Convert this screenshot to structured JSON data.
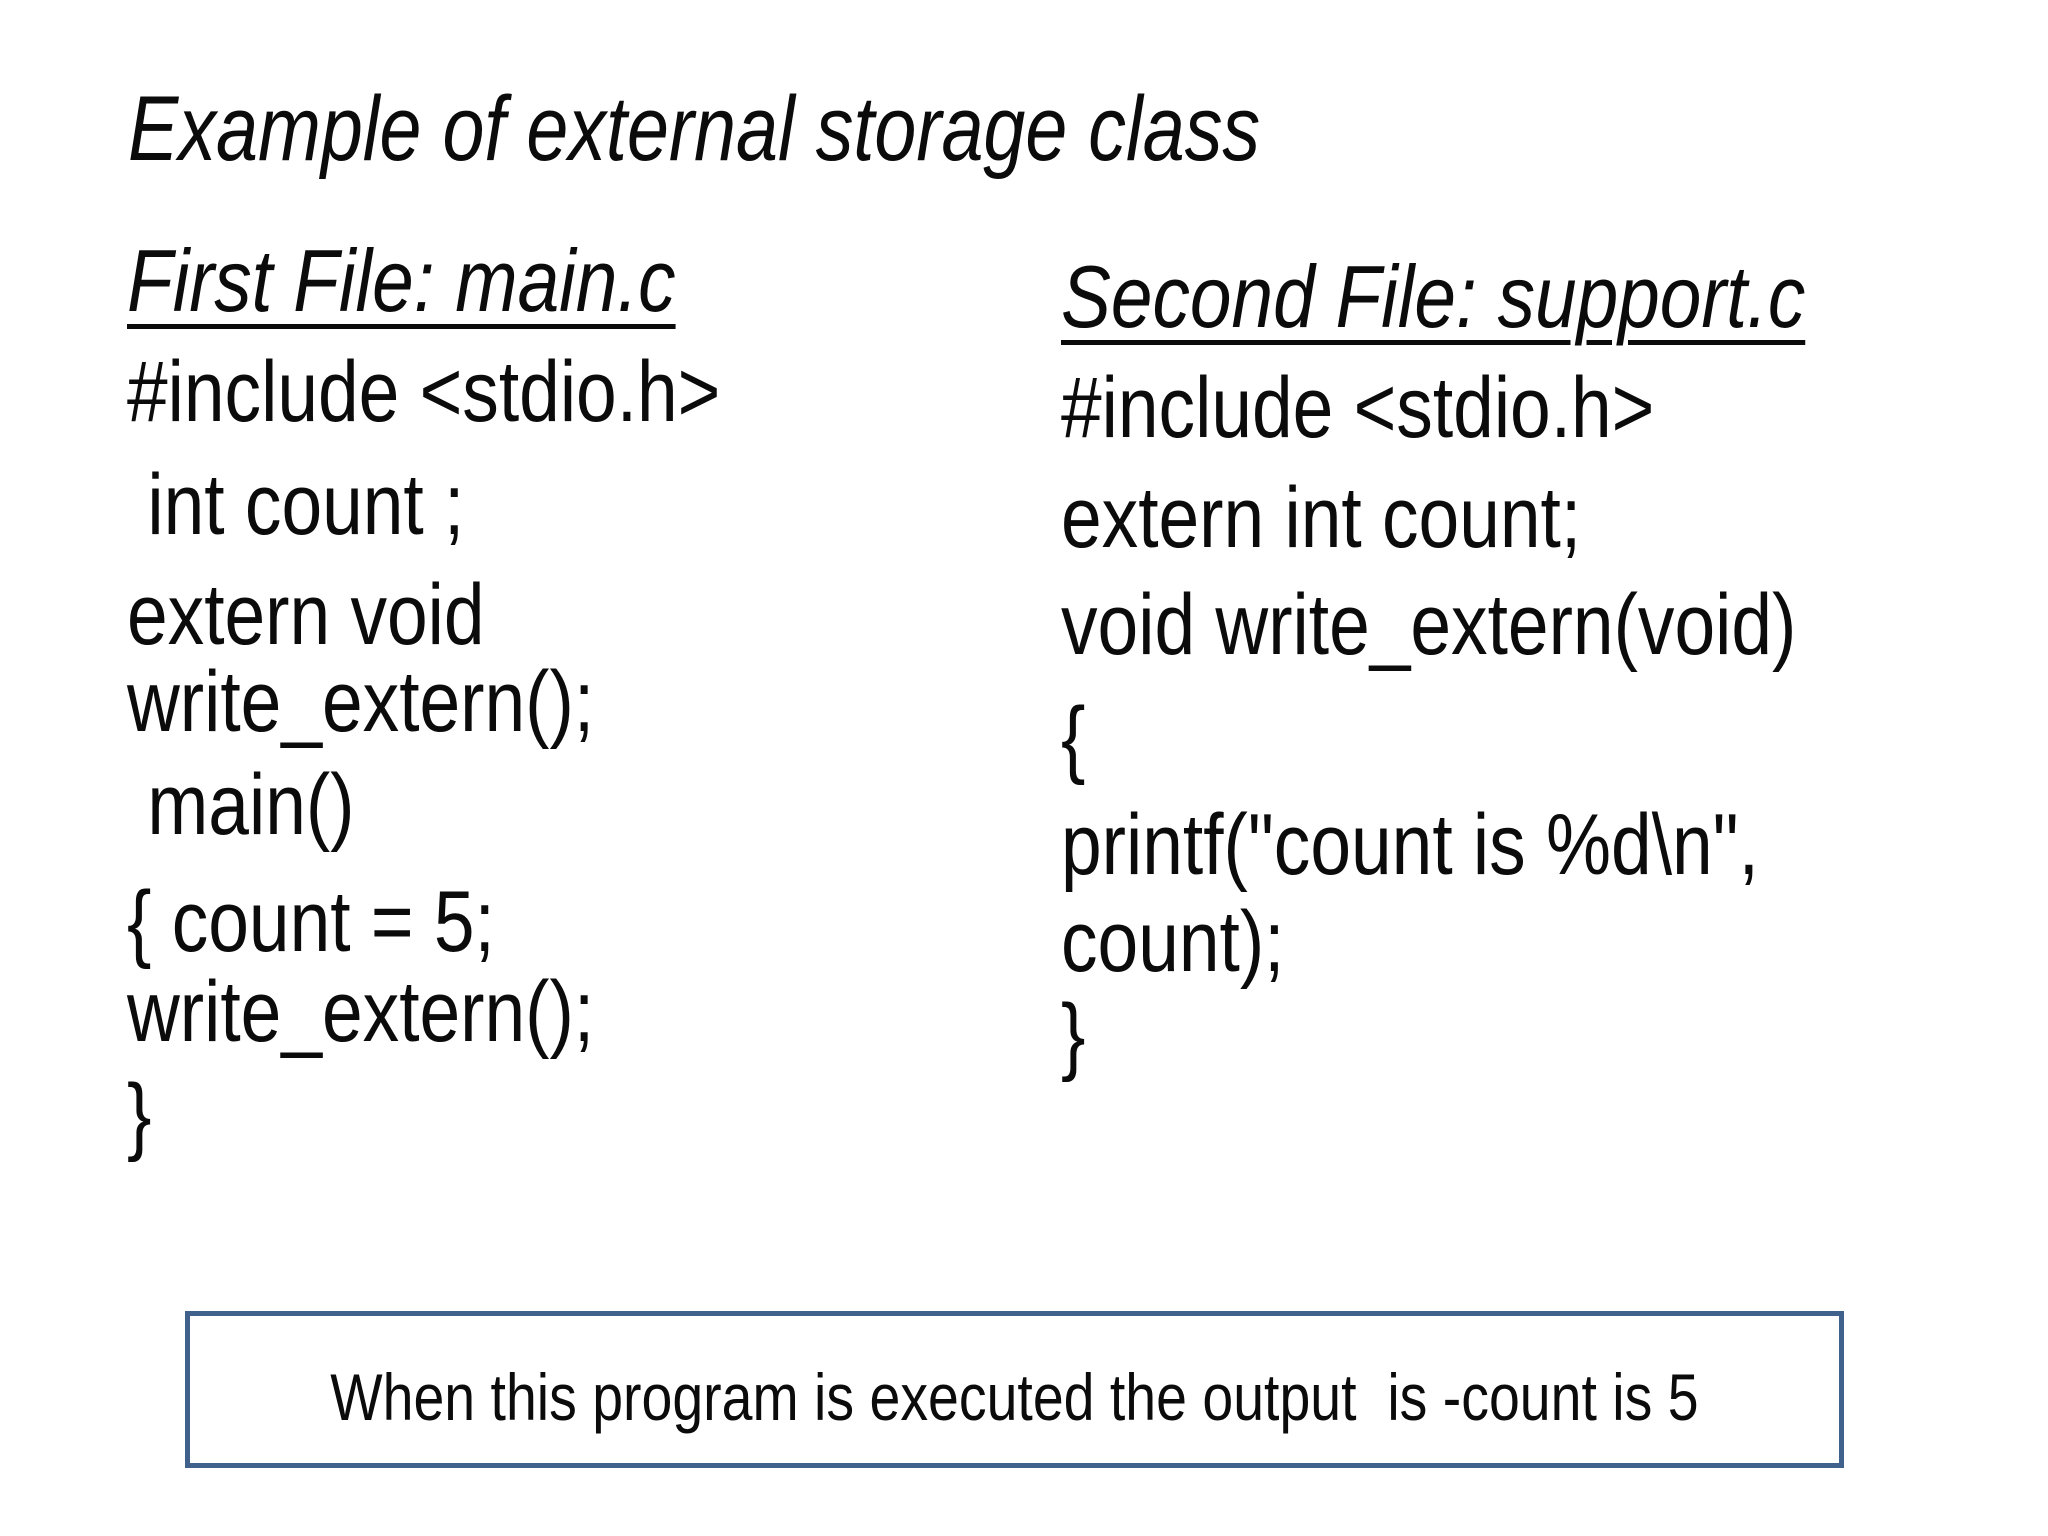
{
  "slide": {
    "title": "Example of external storage class",
    "left_file": {
      "header": "First File: main.c",
      "lines": [
        "#include <stdio.h>",
        "int count ;",
        "extern void",
        "write_extern();",
        "main()",
        "{ count = 5;",
        "write_extern();",
        "}"
      ]
    },
    "right_file": {
      "header": "Second File: support.c",
      "lines": [
        "#include <stdio.h>",
        "extern int count;",
        "void write_extern(void)",
        "{",
        "printf(\"count is %d\\n\",",
        "count);",
        "}"
      ]
    },
    "output_note": "When this program is executed the output  is -count is 5",
    "colors": {
      "border": "#3f618c",
      "text": "#0b0b0b",
      "background": "#ffffff"
    }
  }
}
